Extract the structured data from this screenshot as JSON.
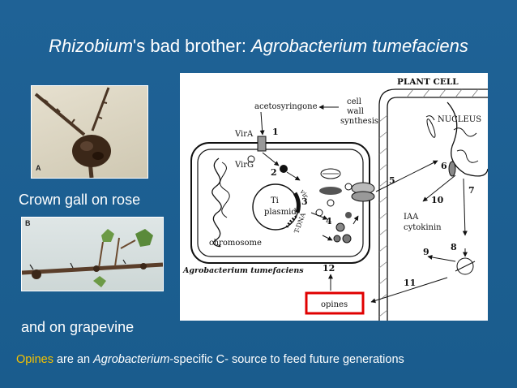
{
  "title": {
    "part1": "Rhizobium",
    "part2": "'s bad brother: ",
    "part3": "Agrobacterium tumefaciens"
  },
  "photo_a_label": "A",
  "photo_b_label": "B",
  "caption_rose": "Crown gall on rose",
  "caption_grape": "and on grapevine",
  "diagram": {
    "plant_cell": "PLANT CELL",
    "acetosyringone": "acetosyringone",
    "cell_wall_synthesis": [
      "cell",
      "wall",
      "synthesis"
    ],
    "nucleus": "NUCLEUS",
    "vira": "VirA",
    "virg": "VirG",
    "ti_plasmid": [
      "Ti",
      "plasmid"
    ],
    "vir": "vir",
    "tdna": "T-DNA",
    "chromosome": "chromosome",
    "agro": "Agrobacterium tumefaciens",
    "iaa": "IAA",
    "cytokinin": "cytokinin",
    "opines": "opines",
    "steps": [
      "1",
      "2",
      "3",
      "4",
      "5",
      "6",
      "7",
      "8",
      "9",
      "10",
      "11",
      "12"
    ]
  },
  "footer": {
    "opines": "Opines",
    "are_an": " are an ",
    "agro": "Agrobacterium",
    "rest": "-specific C- source to feed future generations"
  },
  "colors": {
    "background": "#1d5f91",
    "highlight_opines": "#f5c200",
    "opines_box": "#e00000"
  }
}
